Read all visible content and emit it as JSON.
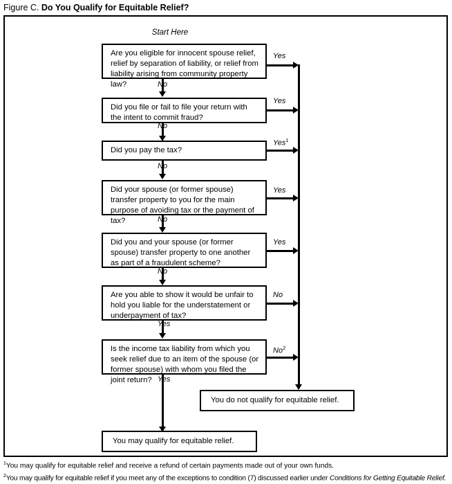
{
  "figure": {
    "label": "Figure C.",
    "title": "Do You Qualify for Equitable Relief?"
  },
  "start_label": "Start Here",
  "nodes": [
    {
      "id": "q1",
      "type": "decision",
      "text": "Are you eligible for innocent spouse relief, relief by separation of liability, or relief from liability arising from community property law?",
      "yes_label": "Yes",
      "no_label": "No"
    },
    {
      "id": "q2",
      "type": "decision",
      "text": "Did you file or fail to file your return with the intent to commit fraud?",
      "yes_label": "Yes",
      "no_label": "No"
    },
    {
      "id": "q3",
      "type": "decision",
      "text": "Did you pay the tax?",
      "yes_label": "Yes",
      "yes_footnote": "1",
      "no_label": "No"
    },
    {
      "id": "q4",
      "type": "decision",
      "text": "Did your spouse (or former spouse) transfer property to you for the main purpose of avoiding tax or the payment of tax?",
      "yes_label": "Yes",
      "no_label": "No"
    },
    {
      "id": "q5",
      "type": "decision",
      "text": "Did you and your spouse (or former spouse) transfer property to one another as part of a fraudulent scheme?",
      "yes_label": "Yes",
      "no_label": "No"
    },
    {
      "id": "q6",
      "type": "decision",
      "text": "Are you able to show it would be unfair to hold you liable for the understatement or underpayment of tax?",
      "branch_right_label": "No",
      "branch_down_label": "Yes"
    },
    {
      "id": "q7",
      "type": "decision",
      "text": "Is the income tax liability from which you seek relief due to an item of the spouse (or former spouse) with whom you filed the joint return?",
      "branch_right_label": "No",
      "branch_right_footnote": "2",
      "branch_down_label": "Yes"
    },
    {
      "id": "r-no",
      "type": "result",
      "text": "You do not qualify for equitable relief."
    },
    {
      "id": "r-yes",
      "type": "result",
      "text": "You may qualify for equitable relief."
    }
  ],
  "footnotes": [
    {
      "marker": "1",
      "text": "You may qualify for equitable relief and receive a refund of certain payments made out of your own funds.",
      "italic_tail": ""
    },
    {
      "marker": "2",
      "text": "You may qualify for equitable relief if you meet any of the exceptions to condition (7) discussed earlier under ",
      "italic_tail": "Conditions for Getting Equitable Relief."
    }
  ],
  "colors": {
    "stroke": "#000000",
    "background": "#ffffff"
  }
}
